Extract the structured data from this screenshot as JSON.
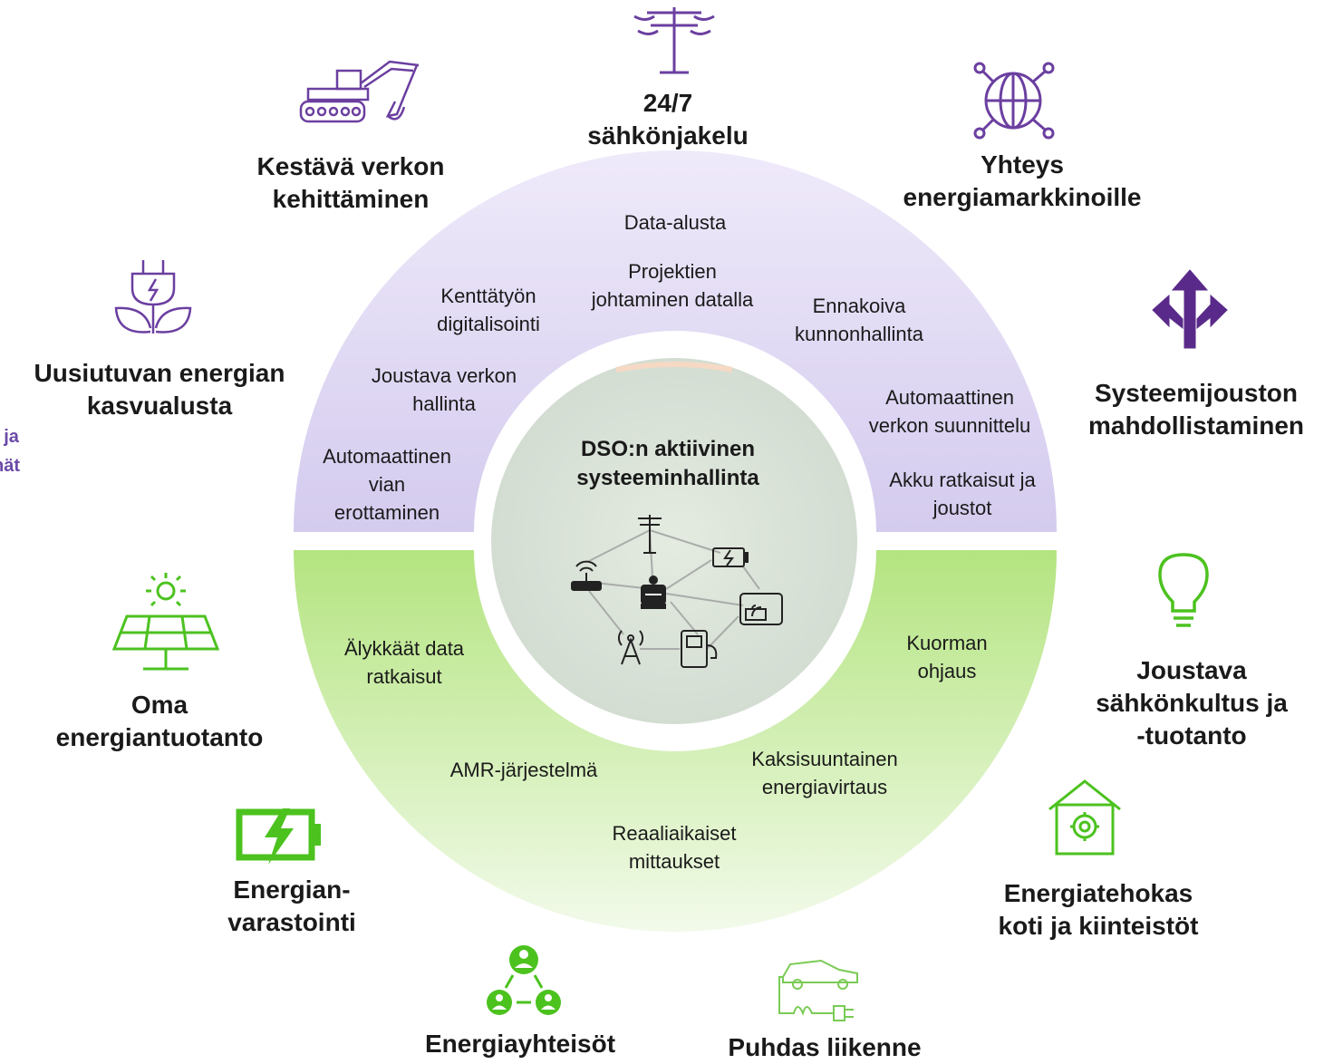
{
  "colors": {
    "purple": "#6b3fa0",
    "purple_ring": "#e6e0f3",
    "green": "#4cc21f",
    "green_ring": "#c9ec9f",
    "center": "#dde6dc"
  },
  "center": {
    "title_line1": "DSO:n aktiivinen",
    "title_line2": "systeeminhallinta"
  },
  "outer": {
    "sahkonjakelu": [
      "24/7",
      "sähkönjakelu"
    ],
    "kestava": [
      "Kestävä verkon",
      "kehittäminen"
    ],
    "yhteys": [
      "Yhteys",
      "energiamarkkinoille"
    ],
    "uusiutuva": [
      "Uusiutuvan energian",
      "kasvualusta"
    ],
    "systeemijousto": [
      "Systeemijouston",
      "mahdollistaminen"
    ],
    "oma": [
      "Oma",
      "energiantuotanto"
    ],
    "joustava": [
      "Joustava",
      "sähkönkultus ja",
      "-tuotanto"
    ],
    "varastointi": [
      "Energian-",
      "varastointi"
    ],
    "energiatehokas": [
      "Energiatehokas",
      "koti ja kiinteistöt"
    ],
    "yhteisot": [
      "Energiayhteisöt"
    ],
    "liikenne": [
      "Puhdas liikenne"
    ],
    "cut_off": [
      "ti ja",
      "mät"
    ]
  },
  "ring_purple": {
    "data_alusta": [
      "Data-alusta"
    ],
    "projektien": [
      "Projektien",
      "johtaminen datalla"
    ],
    "kenttatyon": [
      "Kenttätyön",
      "digitalisointi"
    ],
    "ennakoiva": [
      "Ennakoiva",
      "kunnonhallinta"
    ],
    "joustava_verkon": [
      "Joustava verkon",
      "hallinta"
    ],
    "automaattinen_suunnittelu": [
      "Automaattinen",
      "verkon suunnittelu"
    ],
    "automaattinen_vian": [
      "Automaattinen",
      "vian",
      "erottaminen"
    ],
    "akku": [
      "Akku ratkaisut ja",
      "joustot"
    ]
  },
  "ring_green": {
    "alykkaat": [
      "Älykkäät data",
      "ratkaisut"
    ],
    "kuorman": [
      "Kuorman",
      "ohjaus"
    ],
    "amr": [
      "AMR-järjestelmä"
    ],
    "kaksisuuntainen": [
      "Kaksisuuntainen",
      "energiavirtaus"
    ],
    "reaaliaikaiset": [
      "Reaaliaikaiset",
      "mittaukset"
    ]
  },
  "icons": [
    "power-pole-icon",
    "excavator-icon",
    "globe-network-icon",
    "plug-leaf-icon",
    "split-arrows-icon",
    "solar-panel-icon",
    "lightbulb-icon",
    "battery-icon",
    "smart-home-icon",
    "community-icon",
    "ev-charging-icon",
    "robot-icon",
    "router-icon",
    "antenna-icon",
    "charger-icon",
    "tablet-icon"
  ]
}
